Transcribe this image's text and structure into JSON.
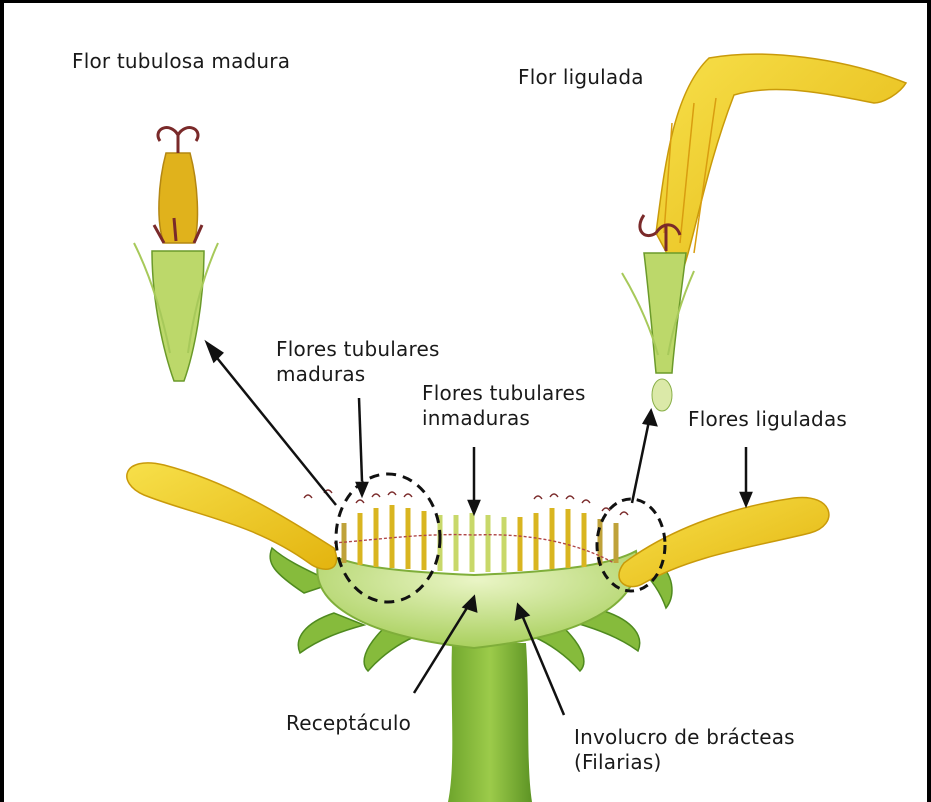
{
  "diagram": {
    "labels": {
      "mature_tubular_flower": "Flor tubulosa madura",
      "ligulate_flower": "Flor ligulada",
      "mature_tubular_flowers": "Flores tubulares\nmaduras",
      "immature_tubular_flowers": "Flores tubulares\ninmaduras",
      "ligulate_flowers": "Flores liguladas",
      "receptacle": "Receptáculo",
      "involucre": "Involucro de brácteas\n(Filarias)"
    },
    "colors": {
      "petal": "#f2d21b",
      "petal_dark": "#d9a70c",
      "stem": "#8fbf3a",
      "stem_dark": "#4f8a1f",
      "receptacle": "#cfe59a",
      "stamen": "#7a2a2a",
      "line": "#111111"
    }
  }
}
